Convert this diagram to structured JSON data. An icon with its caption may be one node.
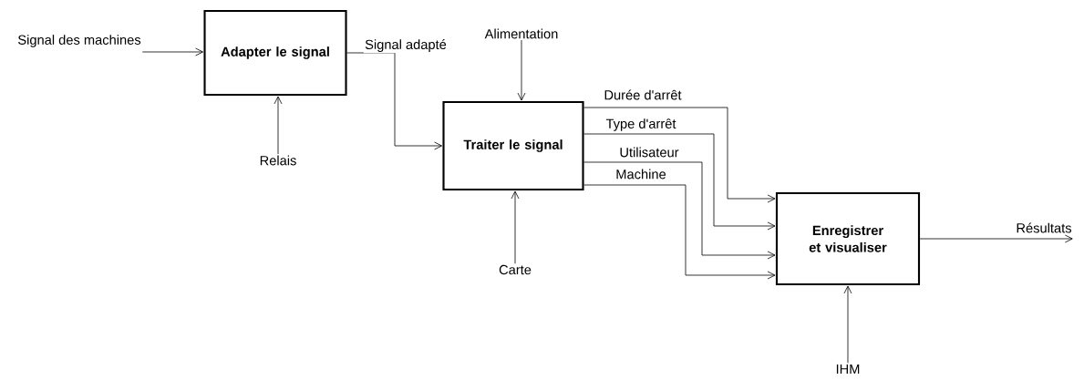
{
  "diagram": {
    "nodes": [
      {
        "text": [
          "Adapter le signal"
        ]
      },
      {
        "text": [
          "Traiter le signal"
        ]
      },
      {
        "text": [
          "Enregistrer et visualiser"
        ]
      },
      {
        "text": [
          "Signal des machines"
        ]
      },
      {
        "text": [
          "Relais"
        ]
      },
      {
        "text": [
          "Alimentation"
        ]
      },
      {
        "text": [
          "Carte"
        ]
      },
      {
        "text": [
          "IHM"
        ]
      },
      {
        "text": [
          "Résultats"
        ]
      }
    ],
    "edges": [
      {
        "from": 3,
        "to": 0,
        "arrow": "to"
      },
      {
        "from": 4,
        "to": 0,
        "arrow": "to"
      },
      {
        "from": 0,
        "to": 1,
        "arrow": "to",
        "label": "Signal adapté"
      },
      {
        "from": 5,
        "to": 1,
        "arrow": "to"
      },
      {
        "from": 6,
        "to": 1,
        "arrow": "to"
      },
      {
        "from": 1,
        "to": 2,
        "arrow": "to",
        "label": "Durée d'arrêt"
      },
      {
        "from": 1,
        "to": 2,
        "arrow": "to",
        "label": "Type d'arrêt"
      },
      {
        "from": 1,
        "to": 2,
        "arrow": "to",
        "label": "Utilisateur"
      },
      {
        "from": 1,
        "to": 2,
        "arrow": "to",
        "label": "Machine"
      },
      {
        "from": 7,
        "to": 2,
        "arrow": "to"
      },
      {
        "from": 2,
        "to": 8,
        "arrow": "to"
      }
    ]
  }
}
